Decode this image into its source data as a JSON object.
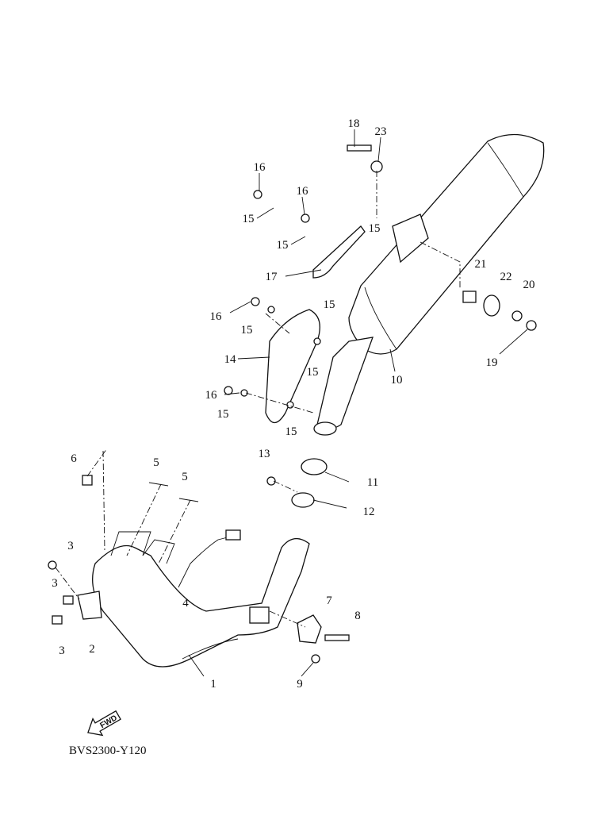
{
  "diagram": {
    "labels": [
      "18",
      "23",
      "16",
      "16",
      "15",
      "15",
      "15",
      "17",
      "15",
      "21",
      "22",
      "20",
      "16",
      "15",
      "14",
      "15",
      "10",
      "19",
      "16",
      "15",
      "15",
      "13",
      "11",
      "12",
      "6",
      "5",
      "5",
      "3",
      "3",
      "3",
      "2",
      "4",
      "7",
      "8",
      "9",
      "1"
    ],
    "fwd_text": "FWD",
    "code": "BVS2300-Y120"
  }
}
